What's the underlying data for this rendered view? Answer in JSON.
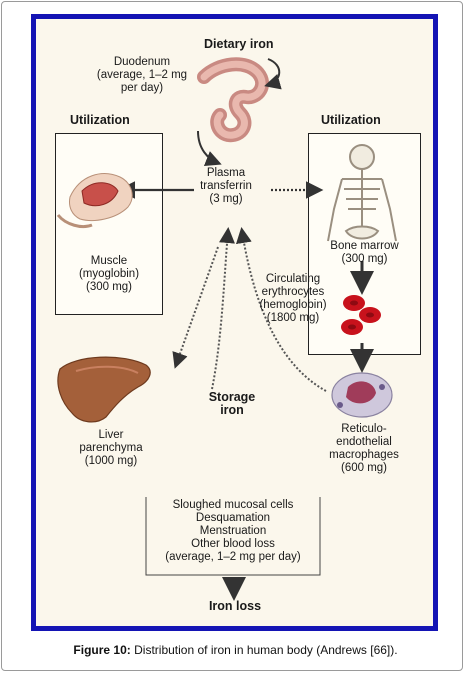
{
  "diagram": {
    "dietary_title": "Dietary iron",
    "duodenum": [
      "Duodenum",
      "(average, 1–2 mg",
      "per day)"
    ],
    "utilization_left": "Utilization",
    "utilization_right": "Utilization",
    "plasma": [
      "Plasma",
      "transferrin",
      "(3 mg)"
    ],
    "muscle": [
      "Muscle",
      "(myoglobin)",
      "(300 mg)"
    ],
    "bone": [
      "Bone marrow",
      "(300 mg)"
    ],
    "erythrocytes": [
      "Circulating",
      "erythrocytes",
      "(hemoglobin)",
      "(1800 mg)"
    ],
    "storage": [
      "Storage",
      "iron"
    ],
    "liver": [
      "Liver",
      "parenchyma",
      "(1000 mg)"
    ],
    "macrophages": [
      "Reticulo-",
      "endothelial",
      "macrophages",
      "(600 mg)"
    ],
    "losses": [
      "Sloughed mucosal cells",
      "Desquamation",
      "Menstruation",
      "Other blood loss",
      "(average, 1–2 mg per day)"
    ],
    "iron_loss": "Iron loss"
  },
  "caption": {
    "label": "Figure 10:",
    "text": " Distribution of iron in human body (Andrews [66])."
  },
  "colors": {
    "frame": "#1414b4",
    "background": "#fbf7ec",
    "blood_cell": "#c8121c",
    "liver": "#a4603a"
  }
}
